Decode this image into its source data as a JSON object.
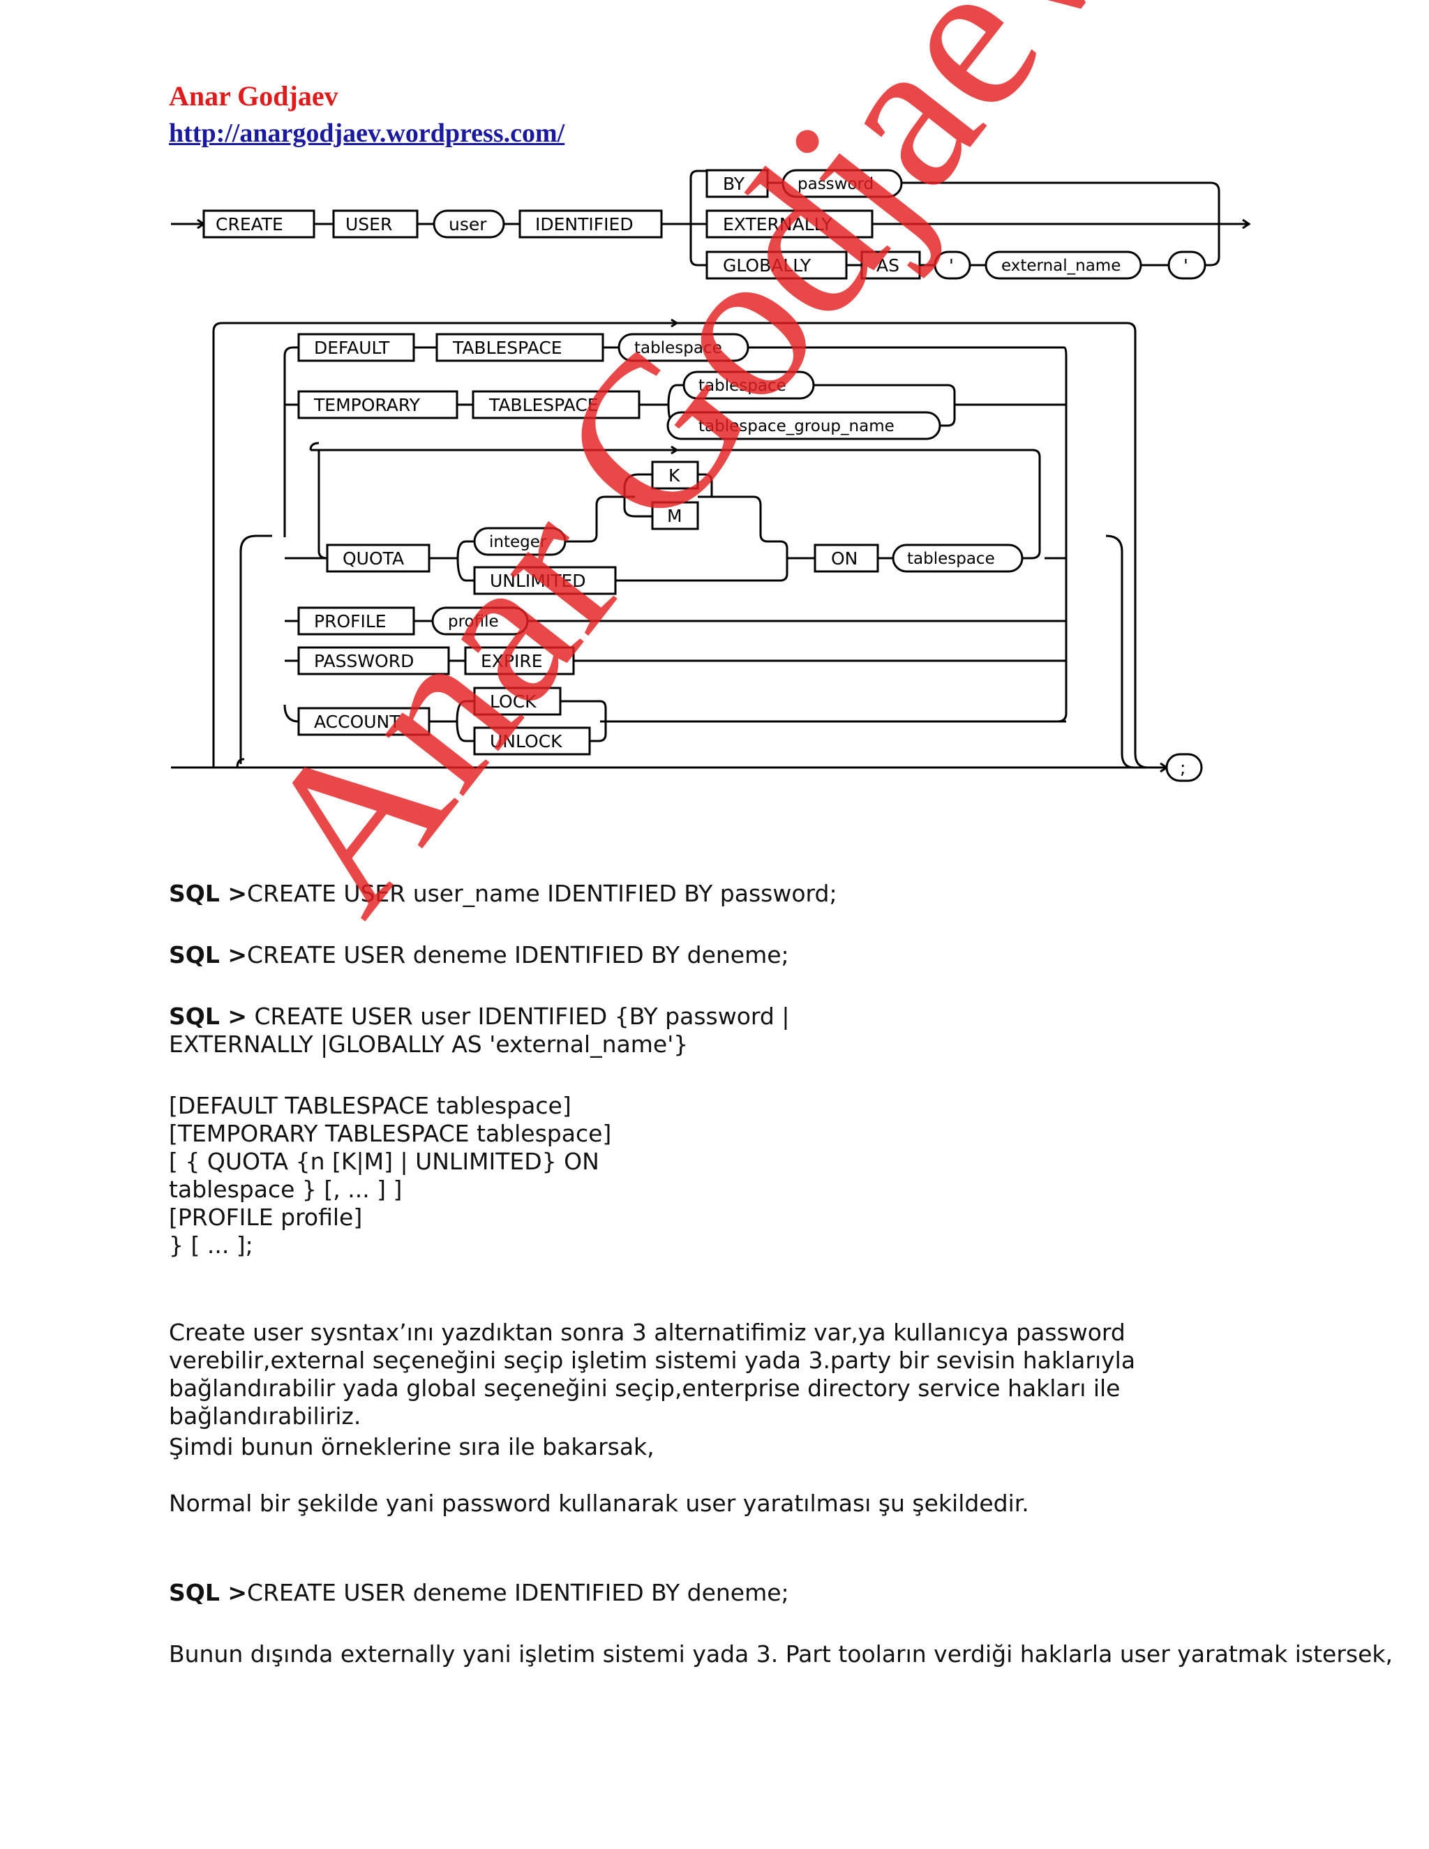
{
  "header": {
    "author": "Anar Godjaev",
    "url": "http://anargodjaev.wordpress.com/"
  },
  "diagram1": {
    "create": "CREATE",
    "user_kw": "USER",
    "user_var": "user",
    "identified": "IDENTIFIED",
    "by": "BY",
    "password": "password",
    "externally": "EXTERNALLY",
    "globally": "GLOBALLY",
    "as": "AS",
    "quote": "'",
    "external_name": "external_name"
  },
  "diagram2": {
    "default": "DEFAULT",
    "tablespace_kw": "TABLESPACE",
    "tablespace_var": "tablespace",
    "temporary": "TEMPORARY",
    "tablespace_group_name": "tablespace_group_name",
    "k": "K",
    "m": "M",
    "quota": "QUOTA",
    "integer": "integer",
    "unlimited": "UNLIMITED",
    "on": "ON",
    "profile_kw": "PROFILE",
    "profile_var": "profile",
    "password_kw": "PASSWORD",
    "expire": "EXPIRE",
    "account": "ACCOUNT",
    "lock": "LOCK",
    "unlock": "UNLOCK",
    "semicolon": ";"
  },
  "sql_prompt": "SQL >",
  "sql1": "CREATE USER user_name IDENTIFIED BY password;",
  "sql2": "CREATE USER deneme IDENTIFIED BY deneme;",
  "sql3_a": " CREATE USER user IDENTIFIED {BY password |",
  "sql3_b": "EXTERNALLY |GLOBALLY AS 'external_name'}",
  "syntax_lines": [
    "[DEFAULT TABLESPACE tablespace]",
    "[TEMPORARY TABLESPACE tablespace]",
    "[ { QUOTA {n [K|M] | UNLIMITED} ON",
    "tablespace } [, ... ] ]",
    "[PROFILE profile]",
    "} [ ... ];"
  ],
  "para1": "Create user sysntax’ını yazdıktan sonra 3 alternatifimiz var,ya kullanıcya password verebilir,external seçeneğini seçip işletim sistemi yada 3.party bir sevisin haklarıyla bağlandırabilir yada global seçeneğini seçip,enterprise directory service hakları ile bağlandırabiliriz.",
  "para2": "Şimdi bunun örneklerine sıra ile bakarsak,",
  "para3": "Normal bir şekilde yani password kullanarak user yaratılması şu şekildedir.",
  "sql4": "CREATE USER deneme IDENTIFIED BY deneme;",
  "para4": "Bunun dışında externally yani işletim sistemi yada 3. Part tooların verdiği haklarla user yaratmak istersek,",
  "watermark": "Anar Godjaev"
}
